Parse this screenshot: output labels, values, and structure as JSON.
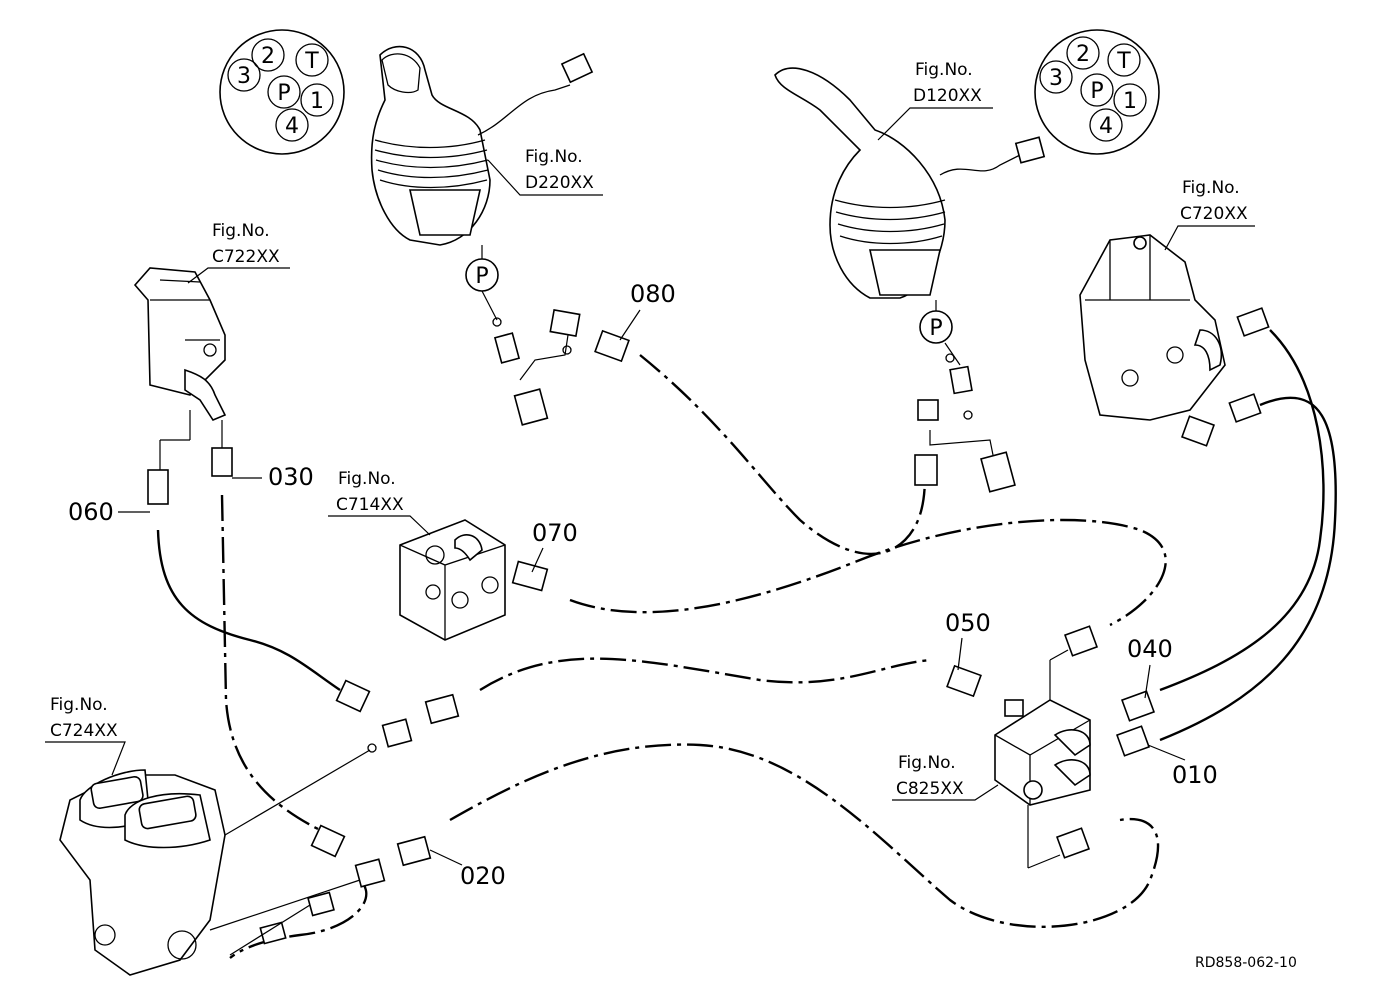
{
  "figure_refs": {
    "d220": {
      "caption": "Fig.No.",
      "code": "D220XX"
    },
    "d120": {
      "caption": "Fig.No.",
      "code": "D120XX"
    },
    "c722": {
      "caption": "Fig.No.",
      "code": "C722XX"
    },
    "c720": {
      "caption": "Fig.No.",
      "code": "C720XX"
    },
    "c714": {
      "caption": "Fig.No.",
      "code": "C714XX"
    },
    "c724": {
      "caption": "Fig.No.",
      "code": "C724XX"
    },
    "c825": {
      "caption": "Fig.No.",
      "code": "C825XX"
    }
  },
  "part_numbers": {
    "p010": "010",
    "p020": "020",
    "p030": "030",
    "p040": "040",
    "p050": "050",
    "p060": "060",
    "p070": "070",
    "p080": "080"
  },
  "port_marks": {
    "left_pump": "P",
    "right_pump": "P"
  },
  "pinout_left": {
    "p2": "2",
    "pT": "T",
    "p3": "3",
    "pP": "P",
    "p1": "1",
    "p4": "4"
  },
  "pinout_right": {
    "p2": "2",
    "pT": "T",
    "p3": "3",
    "pP": "P",
    "p1": "1",
    "p4": "4"
  },
  "drawing_code": "RD858-062-10"
}
